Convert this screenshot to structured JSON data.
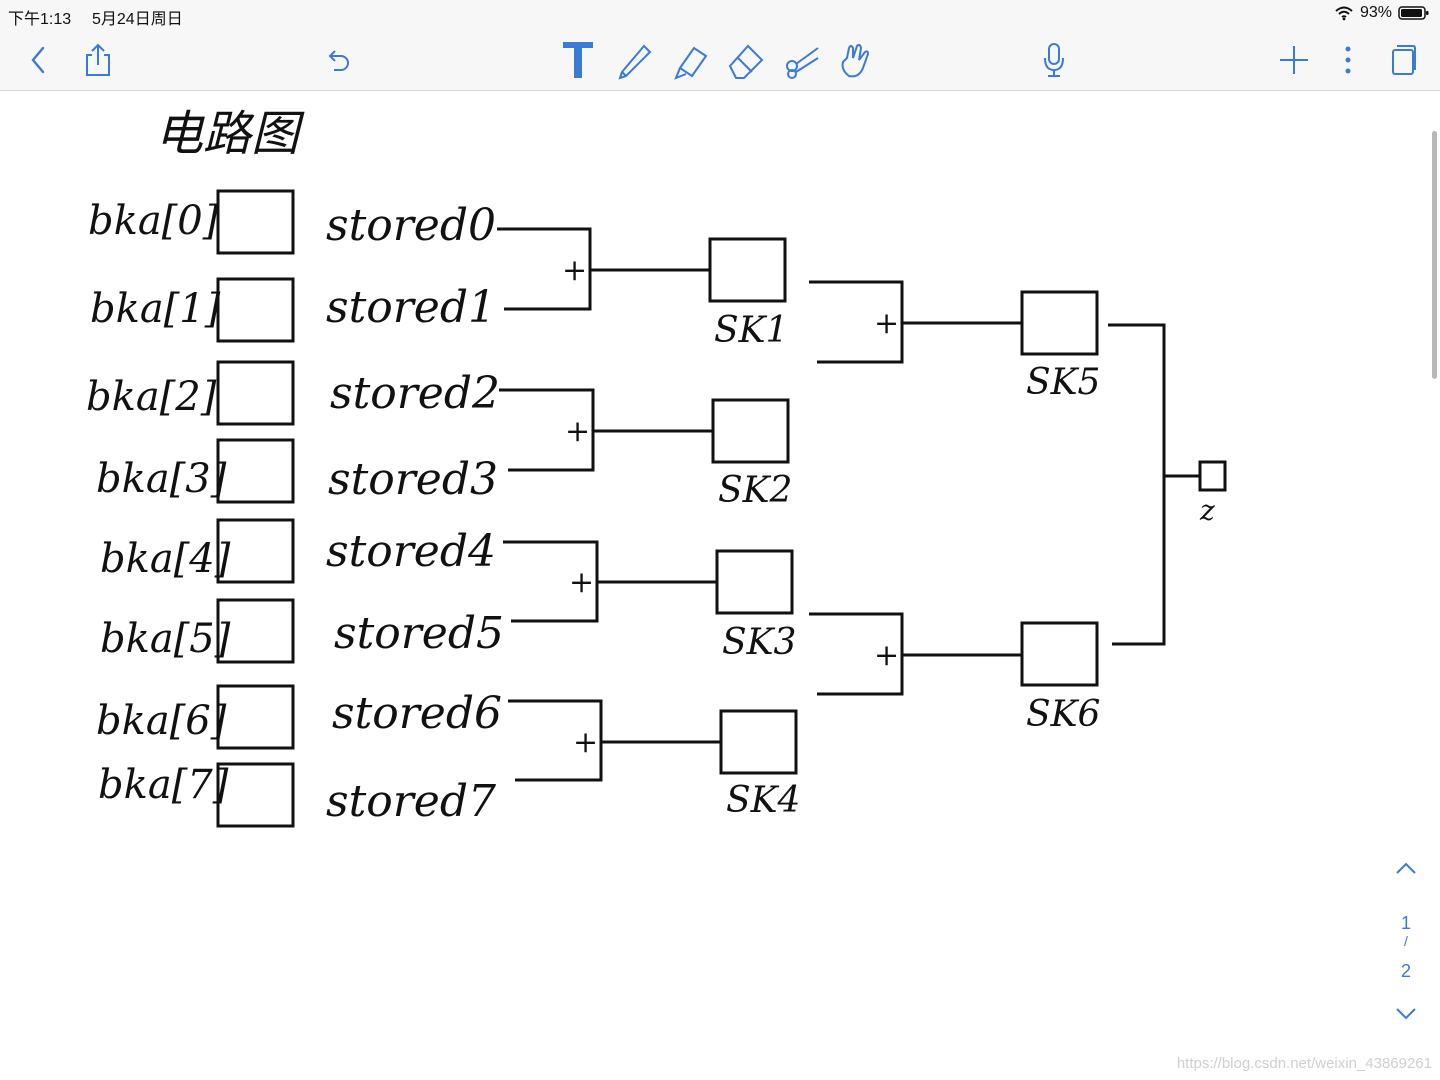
{
  "status": {
    "time": "下午1:13",
    "date": "5月24日周日",
    "battery": "93%"
  },
  "toolbar": {
    "tools": [
      "back-icon",
      "share-icon",
      "undo-icon",
      "text-tool-icon",
      "pen-icon",
      "highlighter-icon",
      "eraser-icon",
      "scissors-icon",
      "hand-icon",
      "microphone-icon",
      "add-page-icon",
      "more-icon",
      "pages-icon"
    ]
  },
  "note": {
    "title": "电路图",
    "inputs": [
      "bka[0]",
      "bka[1]",
      "bka[2]",
      "bka[3]",
      "bka[4]",
      "bka[5]",
      "bka[6]",
      "bka[7]"
    ],
    "stored": [
      "stored0",
      "stored1",
      "stored2",
      "stored3",
      "stored4",
      "stored5",
      "stored6",
      "stored7"
    ],
    "adder_symbol": "+",
    "stage1": [
      "SK1",
      "SK2",
      "SK3",
      "SK4"
    ],
    "stage2": [
      "SK5",
      "SK6"
    ],
    "output": "z"
  },
  "pager": {
    "current": "1",
    "separator": "/",
    "total": "2"
  },
  "watermark": "https://blog.csdn.net/weixin_43869261",
  "colors": {
    "accent": "#3a7bd5",
    "ink": "#111111"
  }
}
